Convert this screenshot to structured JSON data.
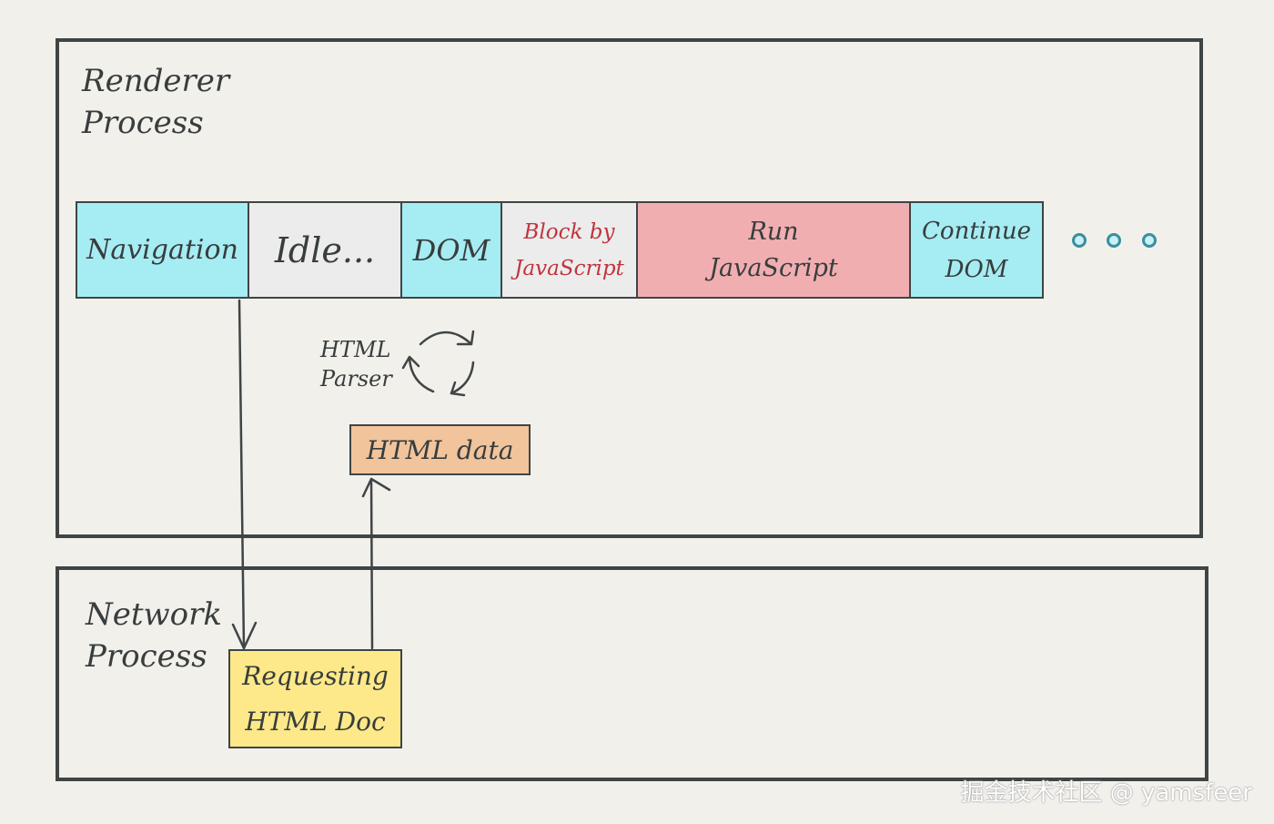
{
  "renderer_process": {
    "label": "Renderer\nProcess"
  },
  "network_process": {
    "label": "Network\nProcess"
  },
  "timeline": [
    {
      "id": "navigation",
      "label": "Navigation",
      "color": "#a6ecf3"
    },
    {
      "id": "idle",
      "label": "Idle...",
      "color": "#ececec"
    },
    {
      "id": "dom",
      "label": "DOM",
      "color": "#a6ecf3"
    },
    {
      "id": "block",
      "label": "Block by\nJavaScript",
      "color": "#ececec",
      "text_color": "#c0343d"
    },
    {
      "id": "run-js",
      "label": "Run\nJavaScript",
      "color": "#f1aeb1"
    },
    {
      "id": "continue-dom",
      "label": "Continue\nDOM",
      "color": "#a6ecf3"
    }
  ],
  "ellipsis_dots": 3,
  "parser": {
    "label": "HTML\nParser"
  },
  "html_data": {
    "label": "HTML data",
    "color": "#f1c49c"
  },
  "request": {
    "label": "Requesting\nHTML Doc",
    "color": "#fde989"
  },
  "watermark": "掘金技术社区 @ yamsfeer"
}
